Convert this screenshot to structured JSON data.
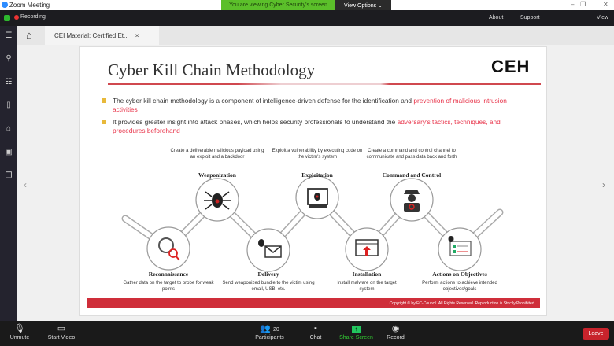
{
  "window": {
    "title": "Zoom Meeting",
    "banner": "You are viewing Cyber Security's screen",
    "view_options": "View Options ⌄",
    "min": "–",
    "max": "❐",
    "close": "✕"
  },
  "zoom_bar": {
    "recording": "Recording",
    "about": "About",
    "support": "Support",
    "view": "View"
  },
  "viewer": {
    "tab_title": "CEI Material: Certified Et...",
    "tab_close": "×"
  },
  "slide": {
    "title": "Cyber Kill Chain Methodology",
    "logo": "CEH",
    "bullets": [
      {
        "text": "The cyber kill chain methodology is a component of intelligence-driven defense for the identification and ",
        "highlight": "prevention of malicious intrusion activities"
      },
      {
        "text": "It provides greater insight into attack phases, which helps security professionals to understand the ",
        "highlight": "adversary's tactics, techniques, and procedures beforehand"
      }
    ],
    "phases": [
      {
        "name": "Reconnaissance",
        "desc": "Gather data on the target to probe for weak points"
      },
      {
        "name": "Weaponization",
        "desc": "Create a deliverable malicious payload using an exploit and a backdoor"
      },
      {
        "name": "Delivery",
        "desc": "Send weaponized bundle to the victim using email, USB, etc."
      },
      {
        "name": "Exploitation",
        "desc": "Exploit a vulnerability by executing code on the victim's system"
      },
      {
        "name": "Installation",
        "desc": "Install malware on the target system"
      },
      {
        "name": "Command and Control",
        "desc": "Create a command and control channel to communicate and pass data back and forth"
      },
      {
        "name": "Actions on Objectives",
        "desc": "Perform actions to achieve intended objectives/goals"
      }
    ],
    "copyright": "Copyright © by EC-Council. All Rights Reserved. Reproduction is Strictly Prohibited."
  },
  "toolbar": {
    "unmute": "Unmute",
    "start_video": "Start Video",
    "participants": "Participants",
    "participants_count": "20",
    "chat": "Chat",
    "share_screen": "Share Screen",
    "record": "Record",
    "leave": "Leave"
  },
  "colors": {
    "accent": "#e8344a",
    "leave": "#c8232c",
    "share": "#22c55e"
  }
}
